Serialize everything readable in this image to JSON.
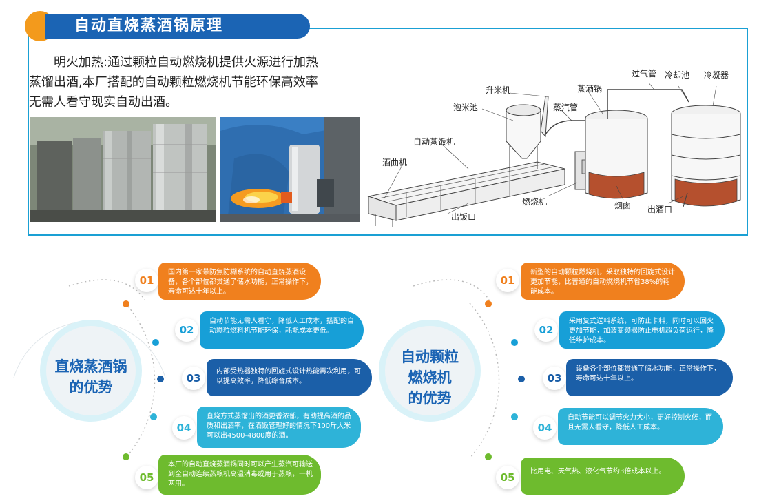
{
  "header": {
    "title": "自动直烧蒸酒锅原理"
  },
  "intro": {
    "lines": [
      "明火加热:通过颗粒自动燃烧机提供火源进行加热",
      "蒸馏出酒,本厂搭配的自动颗粒燃烧机节能环保高效率",
      "无需人看守现实自动出酒。"
    ]
  },
  "diagram": {
    "labels": {
      "guoqiguan": "过气管",
      "lengquechi": "冷却池",
      "lengningqi": "冷凝器",
      "shengmiji": "升米机",
      "zhengjiuguo": "蒸酒锅",
      "paomichi": "泡米池",
      "zhengqiguan": "蒸汽管",
      "zidongzhengfanji": "自动蒸饭机",
      "jiuquji": "酒曲机",
      "ranshaoji": "燃烧机",
      "yanzhou": "烟囱",
      "chujiukou": "出酒口",
      "chufankou": "出饭口"
    }
  },
  "left": {
    "title_line1": "直烧蒸酒锅",
    "title_line2": "的优势",
    "items": [
      {
        "num": "01",
        "text": "国内第一家带防焦防糊系统的自动直烧蒸酒设备，各个部位都贯通了储水功能，正常操作下，寿命可达十年以上。"
      },
      {
        "num": "02",
        "text": "自动节能无需人看守，降低人工成本，搭配的自动颗粒燃料机节能环保，耗能成本更低。"
      },
      {
        "num": "03",
        "text": "内部受热器独特的回旋式设计热能再次利用，可以提高效率，降低综合成本。"
      },
      {
        "num": "04",
        "text": "直烧方式蒸馏出的酒更香浓郁，有助提高酒的品质和出酒率，在酒饭管理好的情况下100斤大米可以出4500-4800度的酒。"
      },
      {
        "num": "05",
        "text": "本厂的自动直烧蒸酒锅同时可以产生蒸汽可输送到全自动连续蒸粮机高温消毒或用于蒸粮，一机两用。"
      }
    ]
  },
  "right": {
    "title_line1": "自动颗粒",
    "title_line2": "燃烧机",
    "title_line3": "的优势",
    "items": [
      {
        "num": "01",
        "text": "新型的自动颗粒燃烧机，采取独特的回旋式设计更加节能，比普通的自动燃烧机节省38%的耗能成本。"
      },
      {
        "num": "02",
        "text": "采用复式送料系统，可防止卡料，同时可以回火更加节能，加装变频器防止电机超负荷运行，降低维护成本。"
      },
      {
        "num": "03",
        "text": "设备各个部位都贯通了储水功能，正常操作下，寿命可达十年以上。"
      },
      {
        "num": "04",
        "text": "自动节能可以调节火力大小，更好控制火候，而且无需人看守，降低人工成本。"
      },
      {
        "num": "05",
        "text": "比用电、天气热、液化气节约3倍成本以上。"
      }
    ]
  },
  "colors": {
    "orange": "#f0801e",
    "teal_blue": "#179fd7",
    "dark_blue": "#1b5fa8",
    "light_blue": "#2eb3d8",
    "green": "#6ebb2e",
    "border": "#1aa0d4"
  }
}
